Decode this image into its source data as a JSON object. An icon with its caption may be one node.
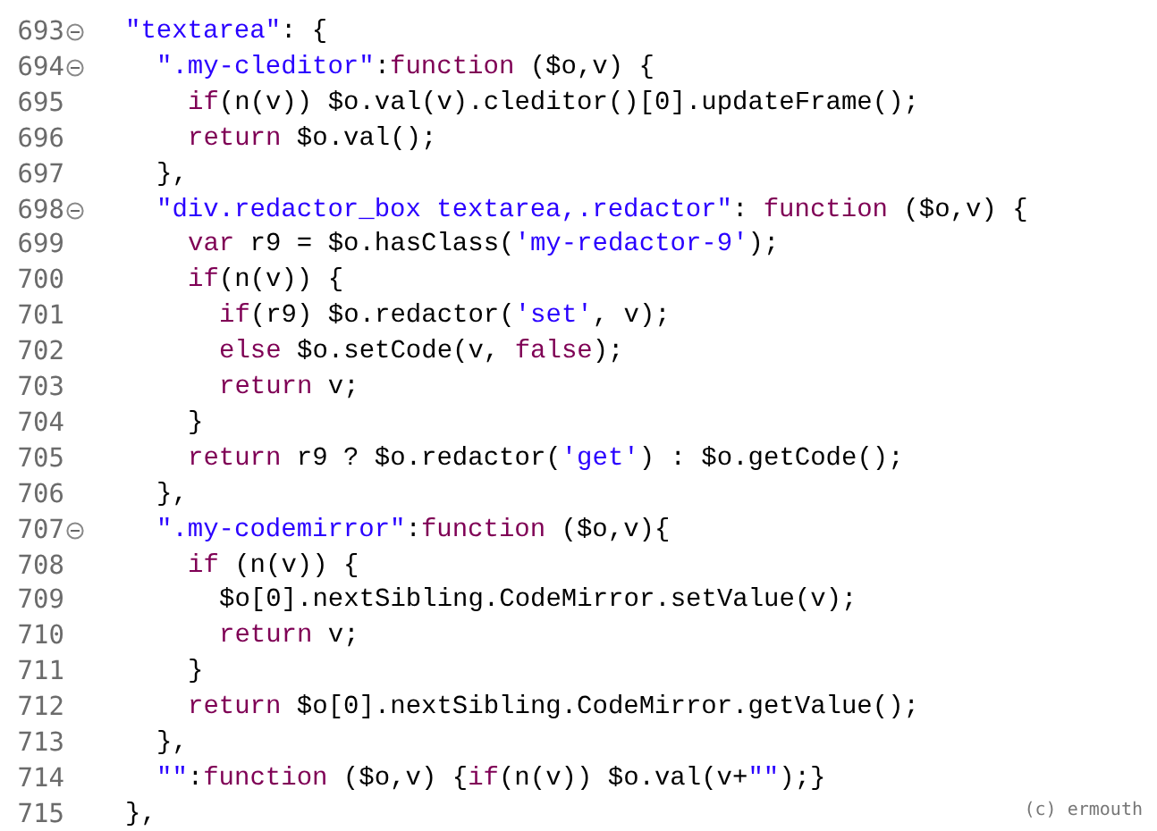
{
  "diagram": {
    "labels": [
      "693",
      "\"textarea\": {",
      "694",
      "\".my-cleditor\":function ($o,v) {",
      "695",
      "if(n(v)) $o.val(v).cleditor()[0].updateFrame();",
      "696",
      "return $o.val();",
      "697",
      "},",
      "698",
      "\"div.redactor_box textarea,.redactor\": function ($o,v) {",
      "699",
      "var r9 = $o.hasClass('my-redactor-9');",
      "700",
      "if(n(v)) {",
      "701",
      "if(r9) $o.redactor('set', v);",
      "702",
      "else $o.setCode(v, false);",
      "703",
      "return v;",
      "704",
      "}",
      "705",
      "return r9 ? $o.redactor('get') : $o.getCode();",
      "706",
      "},",
      "707",
      "\".my-codemirror\":function ($o,v){",
      "708",
      "if (n(v)) {",
      "709",
      "$o[0].nextSibling.CodeMirror.setValue(v);",
      "710",
      "return v;",
      "711",
      "}",
      "712",
      "return $o[0].nextSibling.CodeMirror.getValue();",
      "713",
      "},",
      "714",
      "\"\":function ($o,v) {if(n(v)) $o.val(v+\"\");}",
      "715",
      "},",
      "(c) ermouth"
    ]
  }
}
